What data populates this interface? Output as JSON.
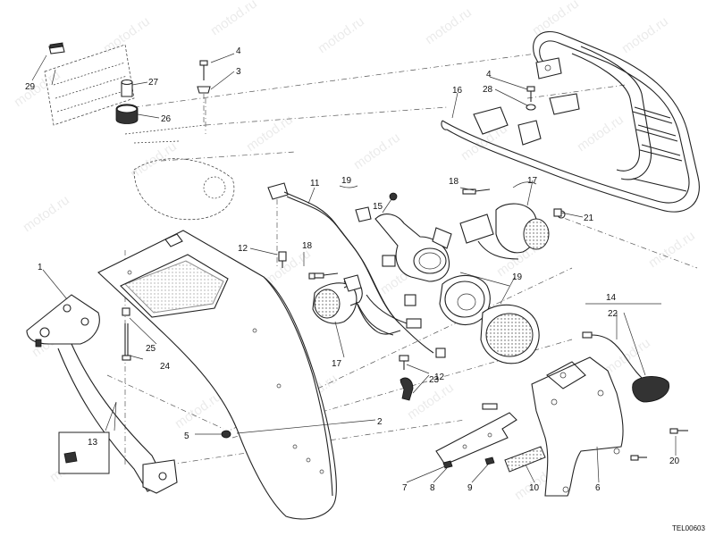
{
  "watermark": "motod.ru",
  "drawing_code": "TEL00603",
  "callouts": {
    "c1": "1",
    "c2": "2",
    "c3": "3",
    "c4a": "4",
    "c4b": "4",
    "c5": "5",
    "c6": "6",
    "c7": "7",
    "c8": "8",
    "c9": "9",
    "c10": "10",
    "c11": "11",
    "c12a": "12",
    "c12b": "12",
    "c13": "13",
    "c14": "14",
    "c15": "15",
    "c16": "16",
    "c17a": "17",
    "c17b": "17",
    "c18a": "18",
    "c18b": "18",
    "c19a": "19",
    "c19b": "19",
    "c20": "20",
    "c21": "21",
    "c22": "22",
    "c23": "23",
    "c24": "24",
    "c25": "25",
    "c26": "26",
    "c27": "27",
    "c28": "28",
    "c29": "29"
  }
}
